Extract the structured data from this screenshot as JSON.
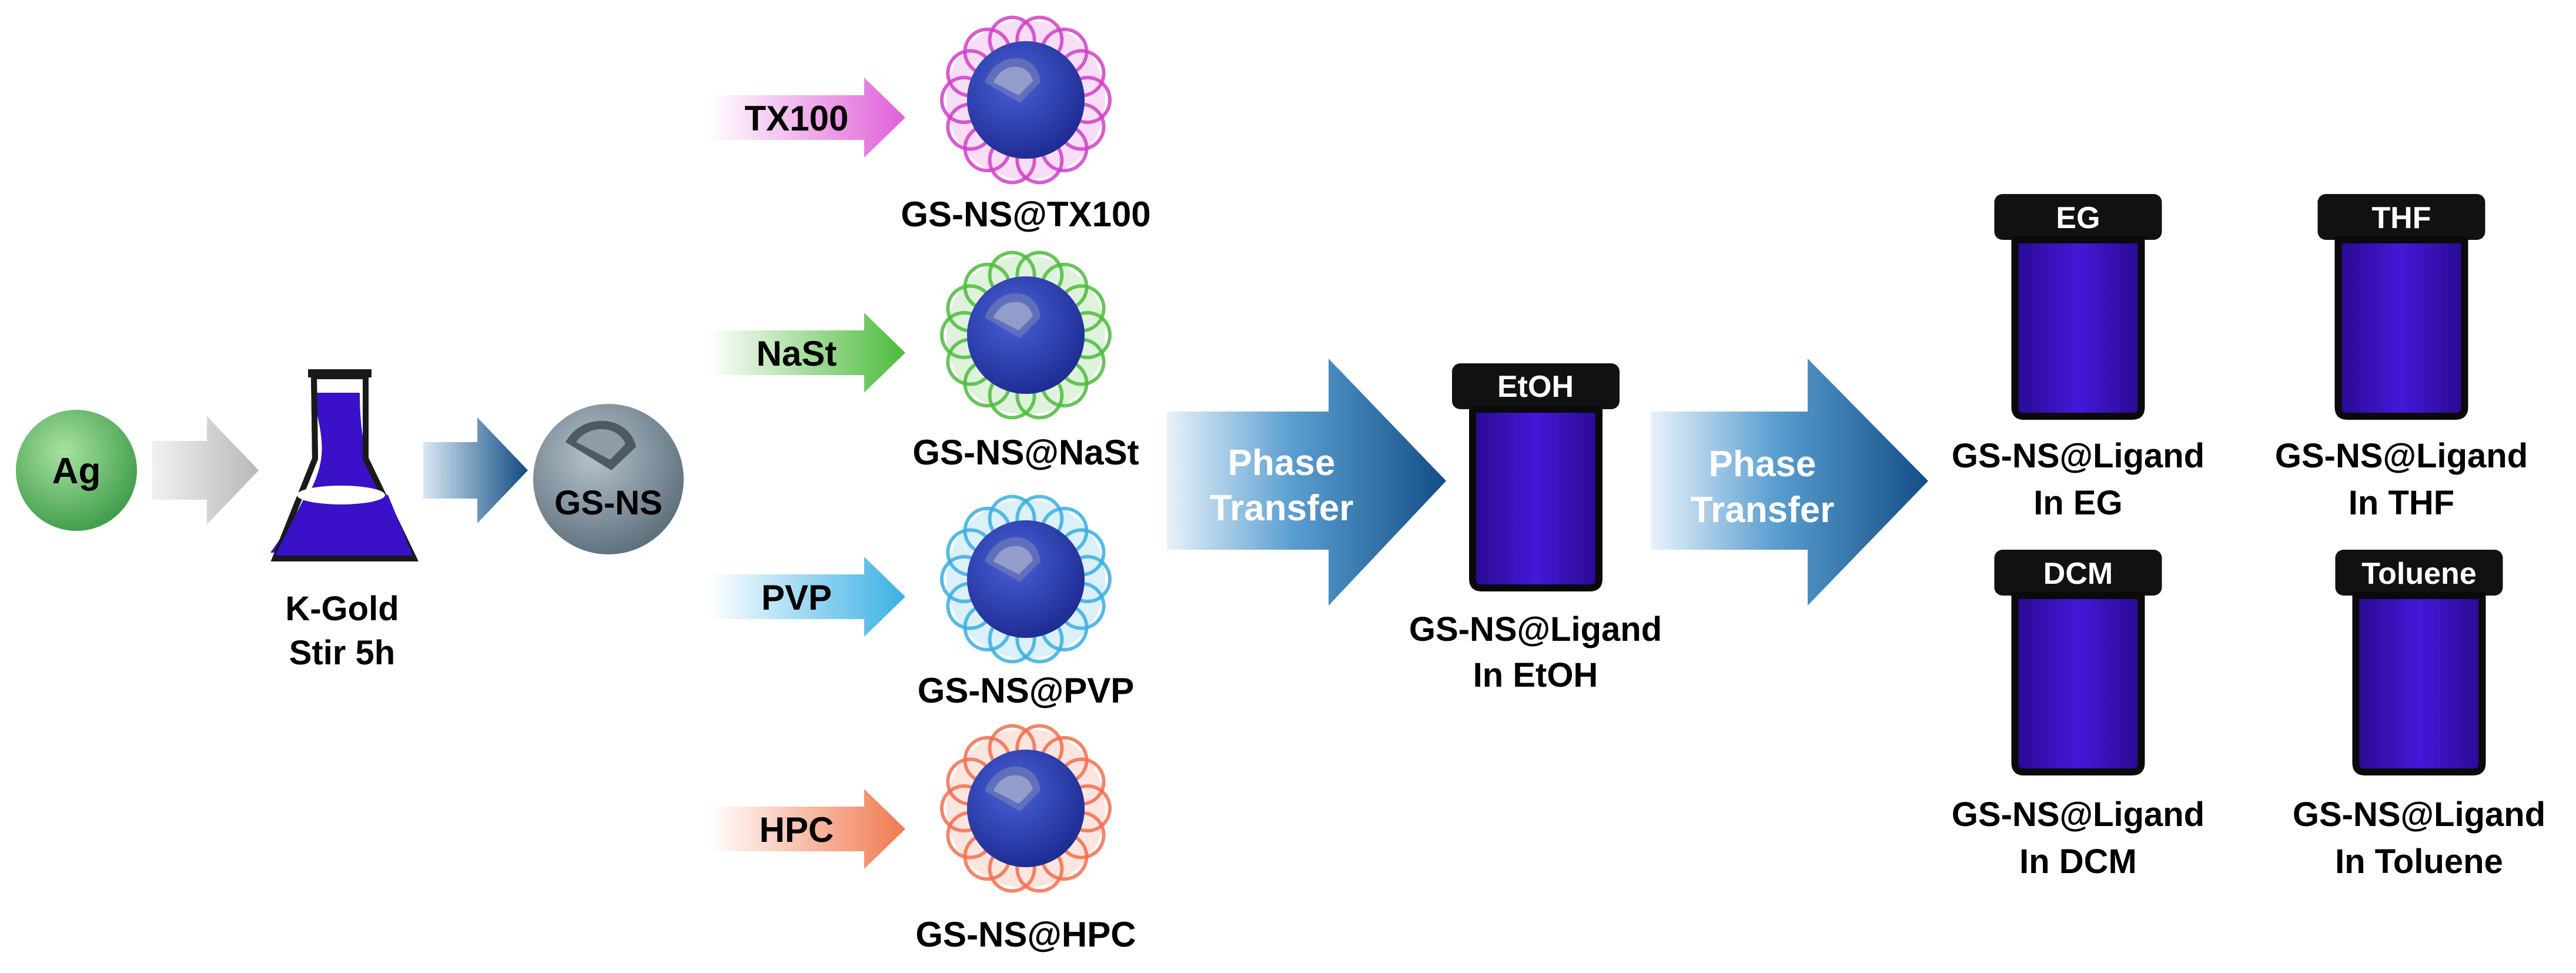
{
  "start": {
    "ag": "Ag",
    "flask_line1": "K-Gold",
    "flask_line2": "Stir 5h",
    "core": "GS-NS"
  },
  "ligands": [
    {
      "name": "TX100",
      "product": "GS-NS@TX100",
      "color": "#d040c8"
    },
    {
      "name": "NaSt",
      "product": "GS-NS@NaSt",
      "color": "#4cbb3c"
    },
    {
      "name": "PVP",
      "product": "GS-NS@PVP",
      "color": "#3aaee0"
    },
    {
      "name": "HPC",
      "product": "GS-NS@HPC",
      "color": "#f07050"
    }
  ],
  "phase_transfer": {
    "line1": "Phase",
    "line2": "Transfer"
  },
  "etoh_vial": {
    "cap": "EtOH",
    "line1": "GS-NS@Ligand",
    "line2": "In EtOH"
  },
  "solvent_vials": [
    {
      "cap": "EG",
      "line1": "GS-NS@Ligand",
      "line2": "In EG"
    },
    {
      "cap": "THF",
      "line1": "GS-NS@Ligand",
      "line2": "In THF"
    },
    {
      "cap": "DCM",
      "line1": "GS-NS@Ligand",
      "line2": "In DCM"
    },
    {
      "cap": "Toluene",
      "line1": "GS-NS@Ligand",
      "line2": "In Toluene"
    }
  ],
  "colors": {
    "solution": "#3a10c8",
    "ag": "#5cb85c",
    "core": "#7a8a96",
    "arrow_blue": "#1a5a98"
  }
}
